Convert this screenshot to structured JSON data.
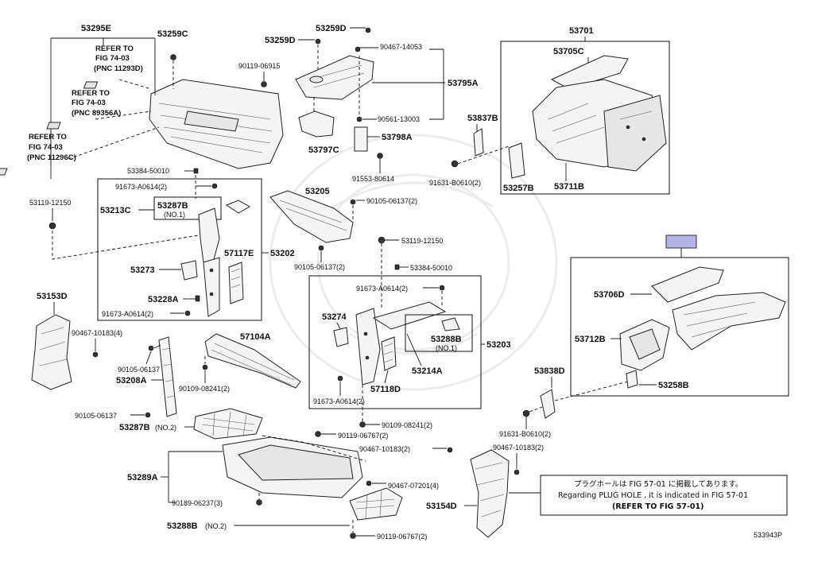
{
  "labels": {
    "l53295E": "53295E",
    "l53259C": "53259C",
    "l53259D_a": "53259D",
    "l53259D_b": "53259D",
    "l53701": "53701",
    "l53705C": "53705C",
    "l90467_14053": "90467-14053",
    "l90119_06915": "90119-06915",
    "l53795A": "53795A",
    "l90561_13003": "90561-13003",
    "l53798A": "53798A",
    "l53797C": "53797C",
    "l91553_80614": "91553-80614",
    "l53837B": "53837B",
    "l91631_B0610_a": "91631-B0610(2)",
    "l53257B": "53257B",
    "l53711B": "53711B",
    "l53384_50010_a": "53384-50010",
    "l91673_A0614_a": "91673-A0614(2)",
    "l53287B_a": "53287B",
    "l53287B_a_no": "(NO.1)",
    "l53213C": "53213C",
    "l53119_12150_a": "53119-12150",
    "l53205": "53205",
    "l90105_06137_a": "90105-06137(2)",
    "l53119_12150_b": "53119-12150",
    "l57117E": "57117E",
    "l53202": "53202",
    "l90105_06137_b": "90105-06137(2)",
    "l53384_50010_b": "53384-50010",
    "l53273": "53273",
    "l91673_A0614_b": "91673-A0614(2)",
    "l53228A": "53228A",
    "l91673_A0614_c": "91673-A0614(2)",
    "l53153D": "53153D",
    "l53274": "53274",
    "l53288B_a": "53288B",
    "l53288B_a_no": "(NO.1)",
    "l53203": "53203",
    "l53706D": "53706D",
    "l90467_10183_a": "90467-10183(4)",
    "l57104A": "57104A",
    "l53214A": "53214A",
    "l53712B": "53712B",
    "l90105_06137_c": "90105-06137",
    "l53208A": "53208A",
    "l57118D": "57118D",
    "l53838D": "53838D",
    "l90109_08241_a": "90109-08241(2)",
    "l91673_A0614_d": "91673-A0614(2)",
    "l53258B": "53258B",
    "l90105_06137_d": "90105-06137",
    "l53287B_b": "53287B",
    "l53287B_b_no": "(NO.2)",
    "l90109_08241_b": "90109-08241(2)",
    "l91631_B0610_b": "91631-B0610(2)",
    "l90119_06767_a": "90119-06767(2)",
    "l90467_10183_b": "90467-10183(2)",
    "l90467_10183_c": "90467-10183(2)",
    "l53289A": "53289A",
    "l90467_07201": "90467-07201(4)",
    "l90189_06237": "90189-06237(3)",
    "l53154D": "53154D",
    "l53288B_b": "53288B",
    "l53288B_b_no": "(NO.2)",
    "l90119_06767_b": "90119-06767(2)",
    "l533943P": "533943P"
  },
  "refer": {
    "r1_line1": "REFER TO",
    "r1_line2": "FIG 74-03",
    "r1_line3": "(PNC 11293D)",
    "r2_line1": "REFER TO",
    "r2_line2": "FIG 74-03",
    "r2_line3": "(PNC 89356A)",
    "r3_line1": "REFER TO",
    "r3_line2": "FIG 74-03",
    "r3_line3": "(PNC 11296C)"
  },
  "note": {
    "line1": "プラグホールは FIG 57-01 に掲載してあります。",
    "line2": "Regarding PLUG HOLE , it is indicated in FIG 57-01",
    "line3": "(REFER TO FIG 57-01)"
  },
  "colors": {
    "highlight_box": "#b3b3e6",
    "ink": "#111111"
  }
}
